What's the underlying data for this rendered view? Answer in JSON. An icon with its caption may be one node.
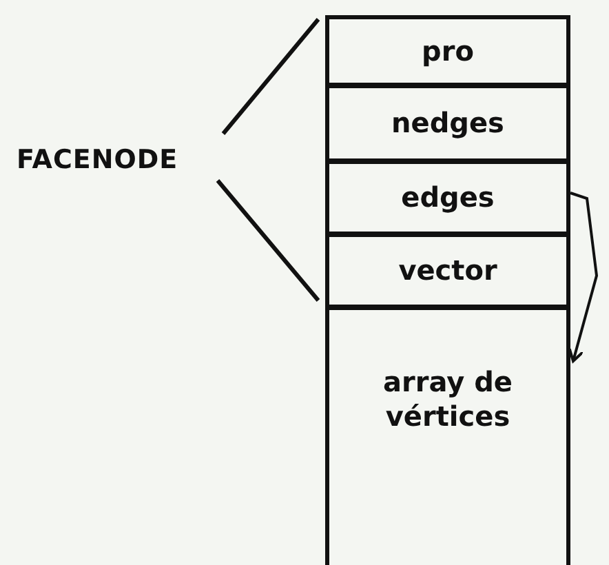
{
  "diagram": {
    "nodes": [
      {
        "text": [
          "pro"
        ]
      },
      {
        "text": [
          "nedges"
        ]
      },
      {
        "text": [
          "edges"
        ]
      },
      {
        "text": [
          "vector"
        ]
      },
      {
        "text": [
          "array de vértices"
        ]
      }
    ],
    "edges": [
      {
        "from": 2,
        "to": 4,
        "arrow": "to"
      }
    ],
    "labels": [
      "FACENODE"
    ]
  }
}
